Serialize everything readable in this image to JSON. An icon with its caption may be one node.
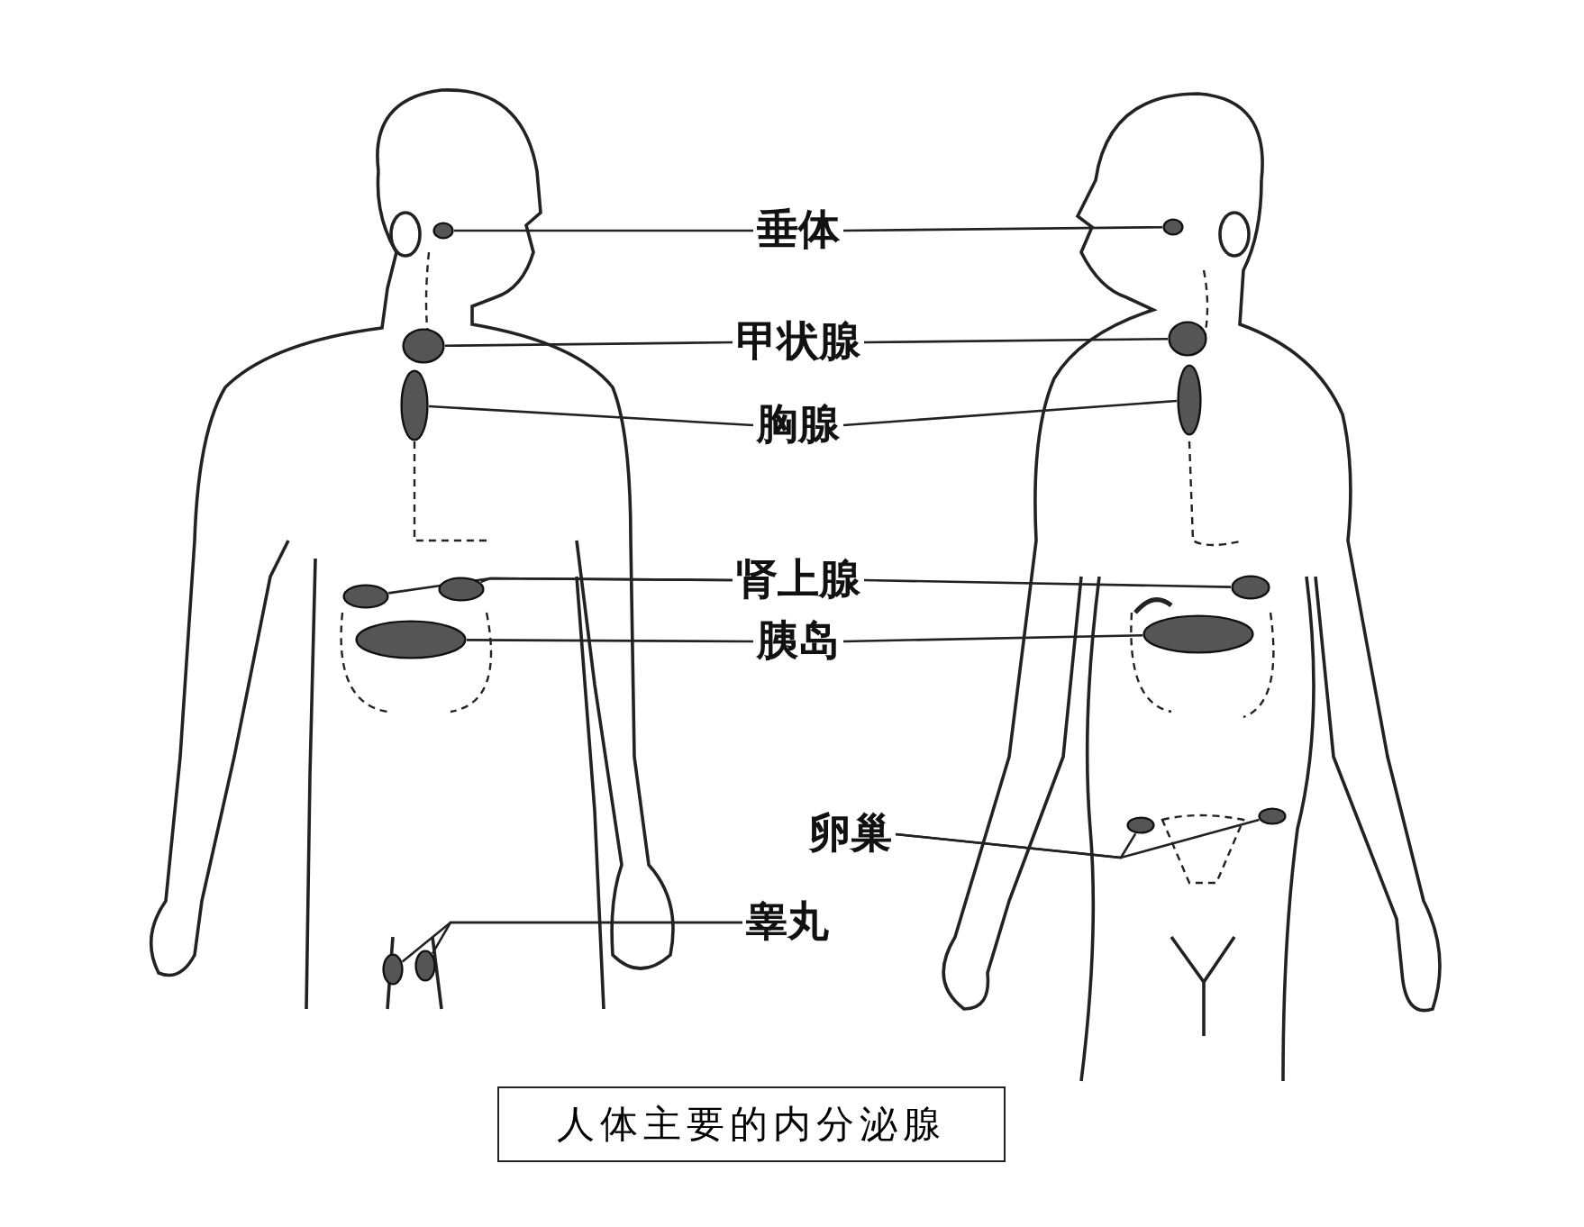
{
  "diagram": {
    "caption": "人体主要的内分泌腺",
    "nodes": [
      {
        "text": [
          "垂体"
        ]
      },
      {
        "text": [
          "甲状腺"
        ]
      },
      {
        "text": [
          "胸腺"
        ]
      },
      {
        "text": [
          "肾上腺"
        ]
      },
      {
        "text": [
          "胰岛"
        ]
      },
      {
        "text": [
          "卵巢"
        ]
      },
      {
        "text": [
          "睾丸"
        ]
      },
      {
        "text": [],
        "shape": "circle"
      },
      {
        "text": [],
        "shape": "circle"
      },
      {
        "text": [],
        "shape": "circle"
      },
      {
        "text": [],
        "shape": "circle"
      },
      {
        "text": [],
        "shape": "circle"
      },
      {
        "text": [],
        "shape": "circle"
      },
      {
        "text": [],
        "shape": "circle"
      },
      {
        "text": [],
        "shape": "circle"
      },
      {
        "text": [],
        "shape": "circle"
      },
      {
        "text": [],
        "shape": "circle"
      },
      {
        "text": [],
        "shape": "circle"
      },
      {
        "text": [],
        "shape": "circle"
      },
      {
        "text": [],
        "shape": "circle"
      },
      {
        "text": [],
        "shape": "circle"
      },
      {
        "text": [],
        "shape": "circle"
      }
    ],
    "edges": [
      {
        "from": 0,
        "to": 7,
        "arrow": "none"
      },
      {
        "from": 0,
        "to": 8,
        "arrow": "none"
      },
      {
        "from": 1,
        "to": 9,
        "arrow": "none"
      },
      {
        "from": 1,
        "to": 10,
        "arrow": "none"
      },
      {
        "from": 2,
        "to": 11,
        "arrow": "none"
      },
      {
        "from": 2,
        "to": 12,
        "arrow": "none"
      },
      {
        "from": 3,
        "to": 13,
        "arrow": "none"
      },
      {
        "from": 3,
        "to": 14,
        "arrow": "none"
      },
      {
        "from": 3,
        "to": 15,
        "arrow": "none"
      },
      {
        "from": 4,
        "to": 16,
        "arrow": "none"
      },
      {
        "from": 4,
        "to": 17,
        "arrow": "none"
      },
      {
        "from": 5,
        "to": 18,
        "arrow": "none"
      },
      {
        "from": 5,
        "to": 19,
        "arrow": "none"
      },
      {
        "from": 6,
        "to": 20,
        "arrow": "none"
      },
      {
        "from": 6,
        "to": 21,
        "arrow": "none"
      }
    ]
  }
}
